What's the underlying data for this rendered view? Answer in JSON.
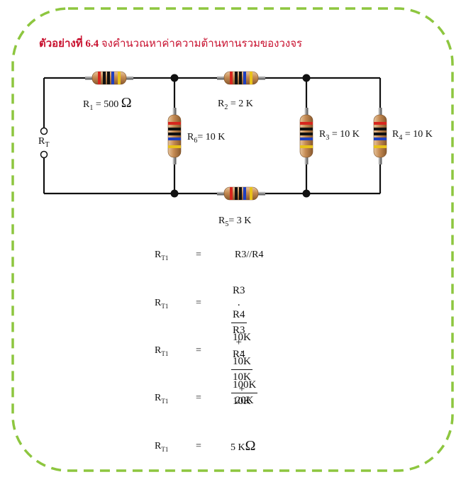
{
  "title": {
    "prefix": "ตัวอย่างที่ 6.4",
    "text": "จงคำนวณหาค่าความต้านทานรวมของวงจร"
  },
  "circuit": {
    "terminal": {
      "main": "R",
      "sub": "T"
    },
    "r1": {
      "main": "R",
      "sub": "1",
      "value": " = 500 ",
      "unit": "Ω"
    },
    "r2": {
      "main": "R",
      "sub": "2",
      "value": " = 2 K"
    },
    "r6": {
      "main": "R",
      "sub": "6",
      "value": "= 10 K"
    },
    "r3": {
      "main": "R",
      "sub": "3",
      "value": " = 10 K"
    },
    "r4": {
      "main": "R",
      "sub": "4",
      "value": " = 10 K"
    },
    "r5": {
      "main": "R",
      "sub": "5",
      "value": "= 3 K"
    }
  },
  "equations": {
    "lhs_main": "R",
    "lhs_sub": "T1",
    "sign": "=",
    "eq1": "R3//R4",
    "eq2": {
      "num": "R3 . R4",
      "den": "R3 + R4"
    },
    "eq3": {
      "num": "10K . 10K",
      "den": "10K + 10K"
    },
    "eq4": {
      "num": "100K",
      "den": "20K"
    },
    "eq5": {
      "value": "5 K",
      "unit": "Ω"
    }
  },
  "colors": {
    "frame": "#8dc63f",
    "wire": "#111111",
    "title": "#c8102e",
    "resistor_body": "#c9935a",
    "band_red": "#d7261e",
    "band_black": "#111111",
    "band_blue": "#1f3fbf",
    "band_gold": "#e8c21a"
  }
}
